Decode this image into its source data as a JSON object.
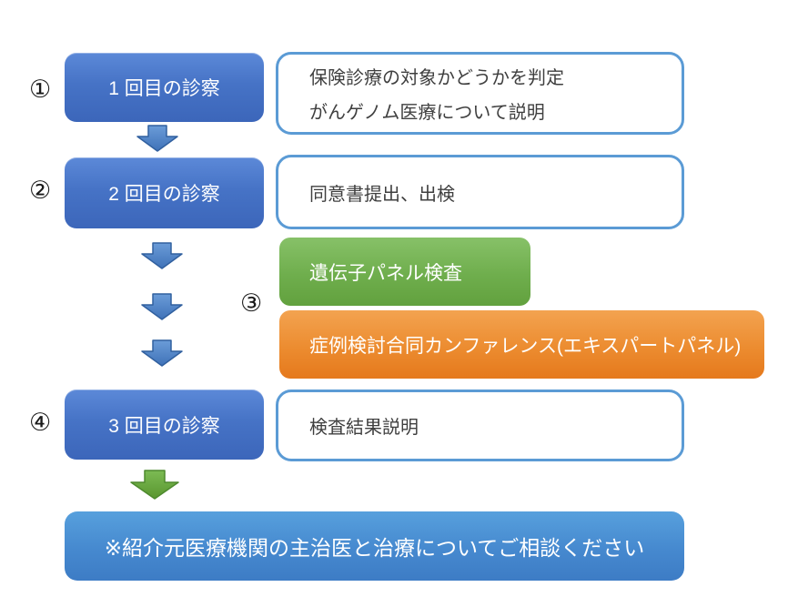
{
  "steps": [
    {
      "number": "①",
      "label": "1 回目の診察",
      "notes": [
        "保険診療の対象かどうかを判定",
        "がんゲノム医療について説明"
      ]
    },
    {
      "number": "②",
      "label": "2 回目の診察",
      "notes": [
        "同意書提出、出検"
      ]
    },
    {
      "number": "③",
      "panel_test": "遺伝子パネル検査",
      "conference": "症例検討合同カンファレンス(エキスパートパネル)"
    },
    {
      "number": "④",
      "label": "3 回目の診察",
      "notes": [
        "検査結果説明"
      ]
    }
  ],
  "footer": {
    "note": "※紹介元医療機関の主治医と治療についてご相談ください"
  },
  "icons": {
    "blue-down-arrow": "block down arrow (blue)",
    "green-down-arrow": "block down arrow (green)"
  },
  "colors": {
    "step_box_blue": "#4472c4",
    "callout_border_blue": "#5b9bd5",
    "panel_green": "#6fae4d",
    "conference_orange": "#ec8c30",
    "footer_blue": "#4689cf",
    "arrow_blue_fill": "#4e86c6",
    "arrow_blue_stroke": "#31609f",
    "arrow_green_fill": "#66a83f",
    "arrow_green_stroke": "#4e8a2e",
    "note_text": "#3f3f3f"
  }
}
